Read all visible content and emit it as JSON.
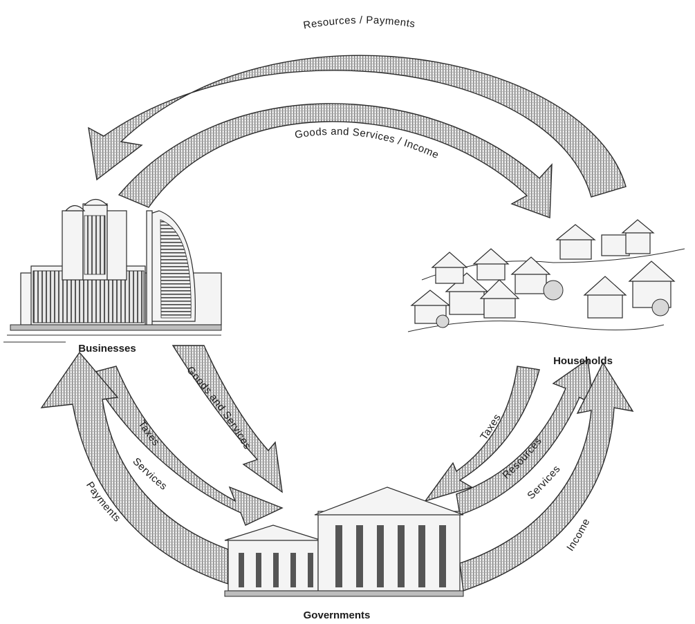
{
  "nodes": {
    "businesses": "Businesses",
    "households": "Households",
    "governments": "Governments"
  },
  "flows": {
    "resources_payments": "Resources / Payments",
    "goods_services_income": "Goods and Services / Income",
    "goods_and_services": "Goods and Services",
    "taxes_left": "Taxes",
    "services_left": "Services",
    "payments": "Payments",
    "taxes_right": "Taxes",
    "resources": "Resources",
    "services_right": "Services",
    "income": "Income"
  }
}
